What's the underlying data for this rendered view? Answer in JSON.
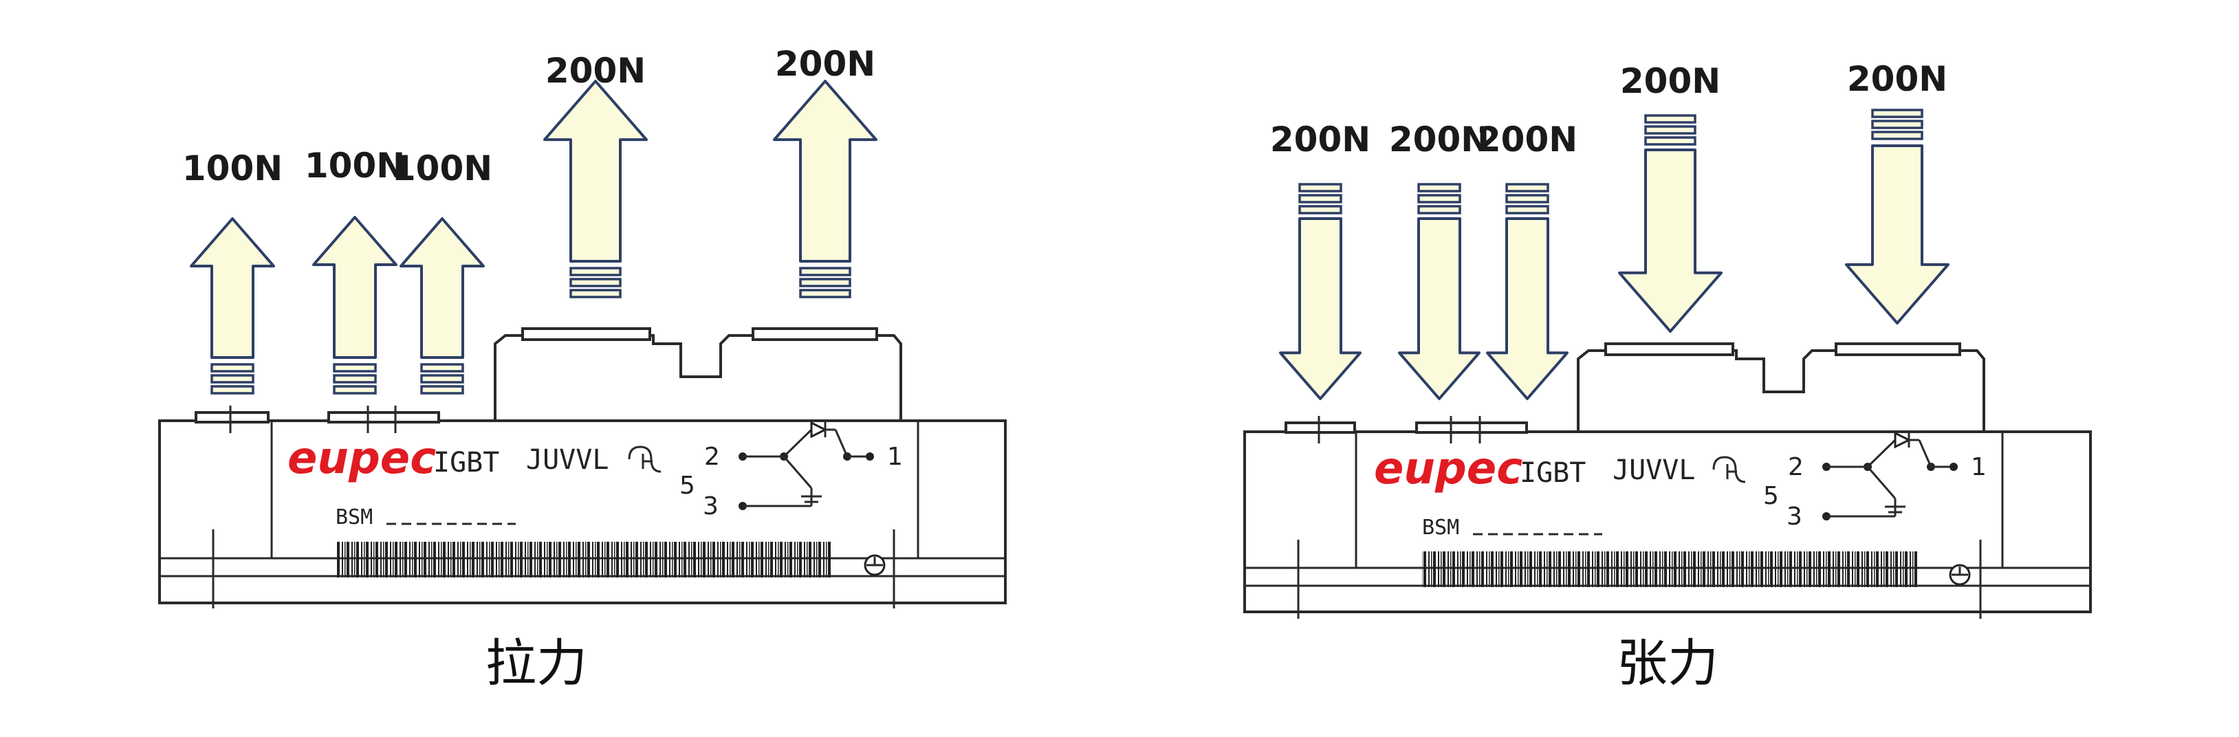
{
  "panels": [
    {
      "id": "pull",
      "caption": "拉力",
      "direction": "up",
      "forces": [
        "100N",
        "100N",
        "100N",
        "200N",
        "200N"
      ]
    },
    {
      "id": "tension",
      "caption": "张力",
      "direction": "down",
      "forces": [
        "200N",
        "200N",
        "200N",
        "200N",
        "200N"
      ]
    }
  ],
  "module": {
    "brand": "eupec",
    "type": "IGBT",
    "logo_mark": "JUVVL",
    "part_prefix": "BSM",
    "pins": [
      "2",
      "5",
      "3",
      "1"
    ]
  },
  "colors": {
    "arrow_fill": "#fbfbdc",
    "arrow_stroke": "#2e3f66",
    "brand": "#e11b22"
  }
}
